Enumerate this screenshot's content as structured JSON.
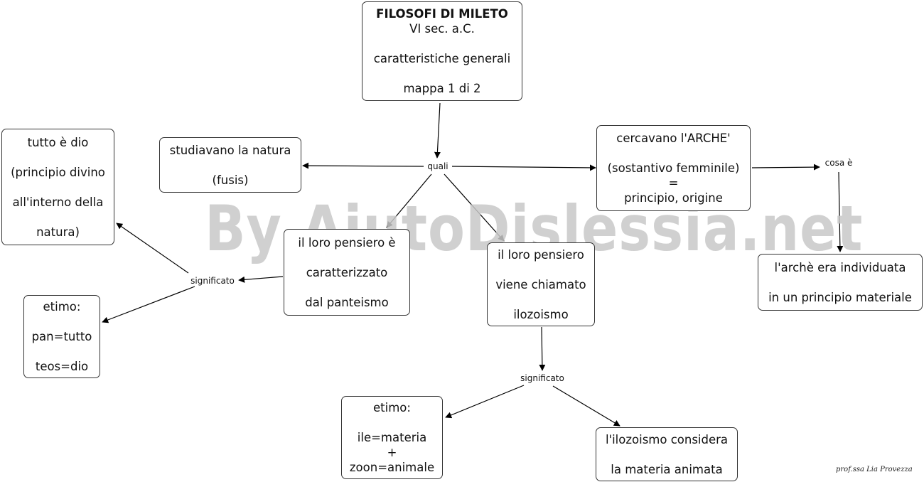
{
  "watermark": "By AiutoDislessia.net",
  "credit": "prof.ssa Lia Provezza",
  "nodes": {
    "title": [
      "FILOSOFI DI MILETO",
      "VI sec. a.C.",
      "",
      "caratteristiche generali",
      "",
      "mappa 1 di 2"
    ],
    "natura": [
      "studiavano la natura",
      "",
      "(fusis)"
    ],
    "arche": [
      "cercavano l'ARCHE'",
      "",
      "(sostantivo femminile)",
      "=",
      "principio, origine"
    ],
    "tutto_dio": [
      "tutto è dio",
      "",
      "(principio divino",
      "",
      "all'interno della",
      "",
      "natura)"
    ],
    "panteismo": [
      "il loro pensiero  è",
      "",
      "caratterizzato",
      "",
      "dal panteismo"
    ],
    "ilozoismo": [
      "il loro pensiero",
      "",
      "viene chiamato",
      "",
      "ilozoismo"
    ],
    "materiale": [
      "l'archè era individuata",
      "",
      "in un principio materiale"
    ],
    "etimo_pan": [
      "etimo:",
      "",
      "pan=tutto",
      "",
      "teos=dio"
    ],
    "etimo_ile": [
      "etimo:",
      "",
      "ile=materia",
      "+",
      "zoon=animale"
    ],
    "materia_animata": [
      "l'ilozoismo considera",
      "",
      "la materia animata"
    ]
  },
  "links": {
    "quali": "quali",
    "cosa_e": "cosa è",
    "significato_1": "significato",
    "significato_2": "significato"
  }
}
